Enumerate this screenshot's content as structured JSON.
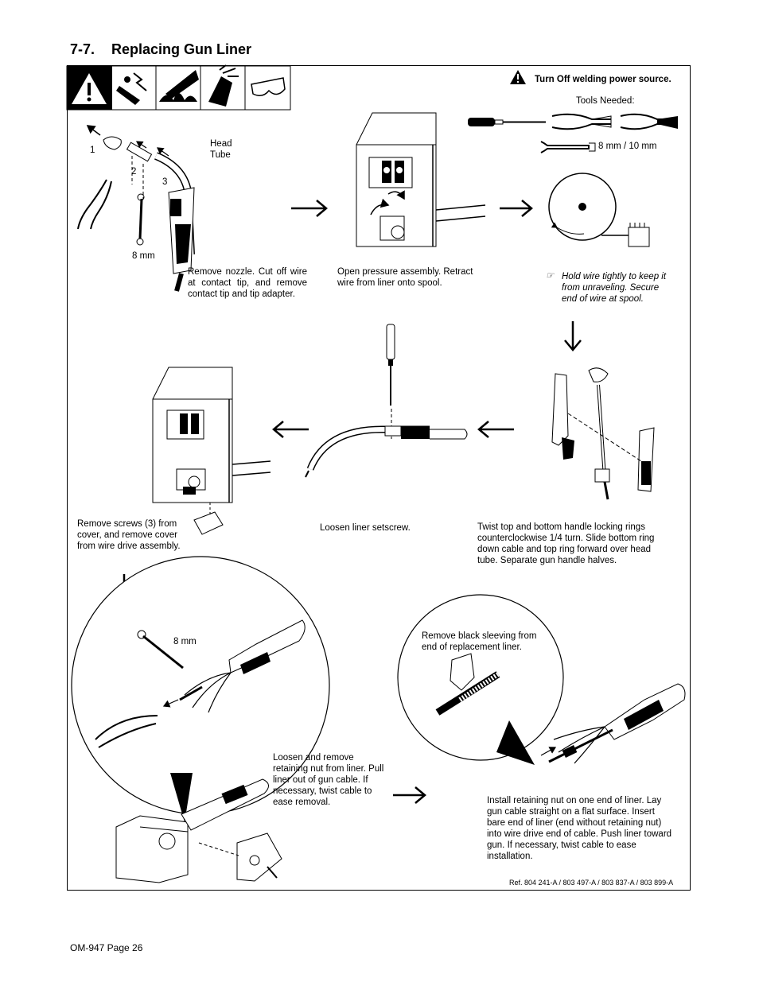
{
  "section": {
    "number": "7-7.",
    "title": "Replacing Gun Liner"
  },
  "warning": {
    "text": "Turn Off welding power source."
  },
  "tools": {
    "heading": "Tools Needed:",
    "wrench_size": "8 mm / 10 mm"
  },
  "step1": {
    "labels": {
      "n1": "1",
      "n2": "2",
      "n3": "3",
      "head": "Head",
      "tube": "Tube",
      "wrench": "8 mm"
    },
    "text": "Remove nozzle. Cut off wire at contact tip, and remove contact tip and tip adapter."
  },
  "step2": {
    "text": "Open pressure assembly. Retract wire from liner onto spool."
  },
  "step3": {
    "note": "Hold wire tightly to keep it from unraveling. Secure end of wire at spool."
  },
  "step4": {
    "text": "Twist top and bottom handle locking rings counterclockwise 1/4 turn. Slide bottom ring down cable and top ring forward over head tube. Separate gun handle halves."
  },
  "step5": {
    "text": "Loosen liner setscrew."
  },
  "step6": {
    "text": "Remove screws (3) from cover, and remove cover from wire drive assembly."
  },
  "step7": {
    "wrench": "8 mm",
    "text": "Loosen and remove retaining nut from liner. Pull liner out of gun cable. If necessary, twist cable to ease removal."
  },
  "step8": {
    "callout": "Remove black sleeving from end of replacement liner.",
    "text": "Install retaining nut on one end of liner. Lay gun cable straight on a flat surface. Insert bare end of liner (end without retaining nut) into wire drive end of cable. Push liner toward gun. If necessary, twist cable to ease installation."
  },
  "reference": "Ref. 804 241-A / 803 497-A / 803 837-A / 803 899-A",
  "footer": "OM-947 Page 26"
}
